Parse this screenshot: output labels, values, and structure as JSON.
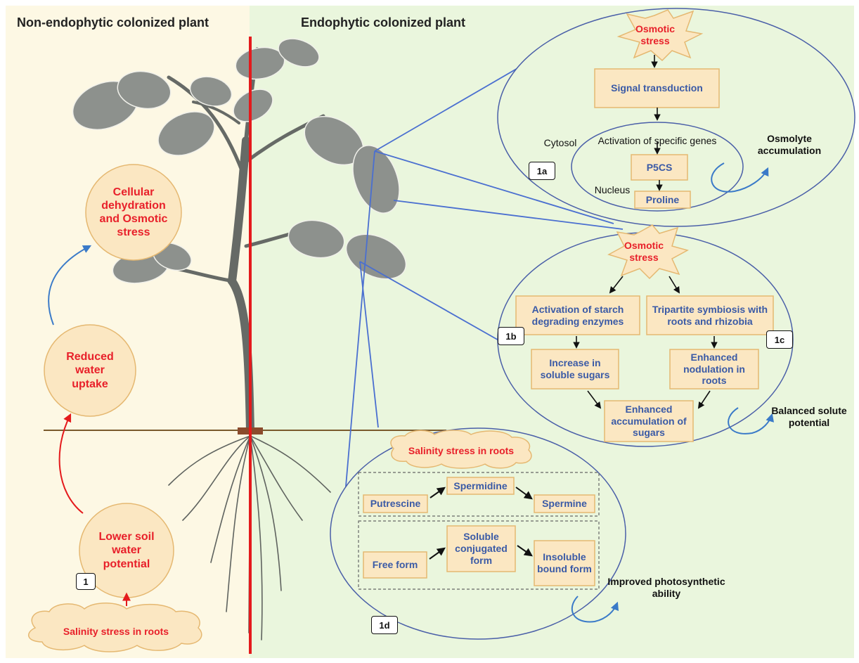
{
  "headings": {
    "left": "Non-endophytic colonized plant",
    "right": "Endophytic colonized plant"
  },
  "left_panel": {
    "salinity_cloud": "Salinity stress in roots",
    "lower_soil": "Lower soil water potential",
    "reduced_uptake": "Reduced water uptake",
    "dehydration": "Cellular dehydration and Osmotic stress",
    "tag": "1"
  },
  "panel_1a": {
    "osmotic_star": "Osmotic stress",
    "signal": "Signal transduction",
    "activation_genes": "Activation of specific genes",
    "cytosol": "Cytosol",
    "nucleus": "Nucleus",
    "p5cs": "P5CS",
    "proline": "Proline",
    "outcome": "Osmolyte accumulation",
    "tag": "1a"
  },
  "panel_1bc": {
    "osmotic_star": "Osmotic stress",
    "starch": "Activation of starch degrading enzymes",
    "tripartite": "Tripartite symbiosis with roots and rhizobia",
    "sugars": "Increase in soluble sugars",
    "nodulation": "Enhanced nodulation in roots",
    "accumulation": "Enhanced accumulation of sugars",
    "outcome": "Balanced solute potential",
    "tag_b": "1b",
    "tag_c": "1c"
  },
  "panel_1d": {
    "cloud": "Salinity stress in roots",
    "putrescine": "Putrescine",
    "spermidine": "Spermidine",
    "spermine": "Spermine",
    "free_form": "Free form",
    "conjugated": "Soluble conjugated form",
    "insoluble": "Insoluble bound form",
    "outcome": "Improved photosynthetic ability",
    "tag": "1d"
  },
  "colors": {
    "left_bg": "#fdf8e4",
    "right_bg": "#eaf6dd",
    "box_fill": "#fbe7c2",
    "box_stroke": "#e5b871",
    "text_red": "#e8202a",
    "text_blue": "#3a5aa6",
    "divider_red": "#e41a1c",
    "ellipse_stroke": "#4a5fa8",
    "leaf": "#8d918d",
    "stem": "#666a66"
  }
}
